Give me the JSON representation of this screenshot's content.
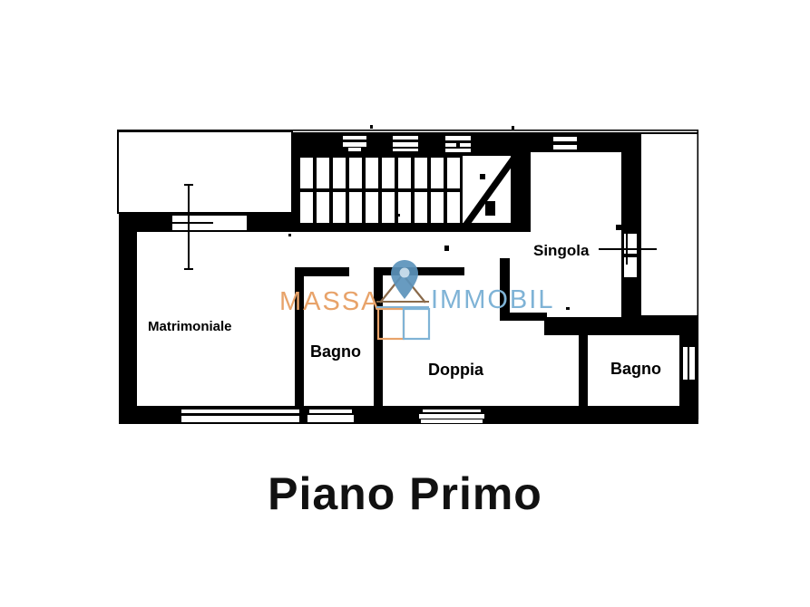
{
  "document": {
    "title": "Piano Primo",
    "kind": "floor-plan"
  },
  "rooms": [
    {
      "id": "matrimoniale",
      "label": "Matrimoniale"
    },
    {
      "id": "bagno-1",
      "label": "Bagno"
    },
    {
      "id": "doppia",
      "label": "Doppia"
    },
    {
      "id": "bagno-2",
      "label": "Bagno"
    },
    {
      "id": "singola",
      "label": "Singola"
    }
  ],
  "watermark": {
    "word_left": "MASSA",
    "word_right": "IMMOBIL",
    "color_left": "#e8a36a",
    "color_right": "#7fb3d6",
    "logo_name": "house-with-map-pin-logo"
  },
  "colors": {
    "background": "#ffffff",
    "wall": "#000000",
    "thin_line": "#000000",
    "text": "#000000",
    "brand_orange": "#e8a36a",
    "brand_blue": "#7fb3d6",
    "pin_blue": "#5b93bb",
    "roof_brown": "#8a6a4a"
  }
}
